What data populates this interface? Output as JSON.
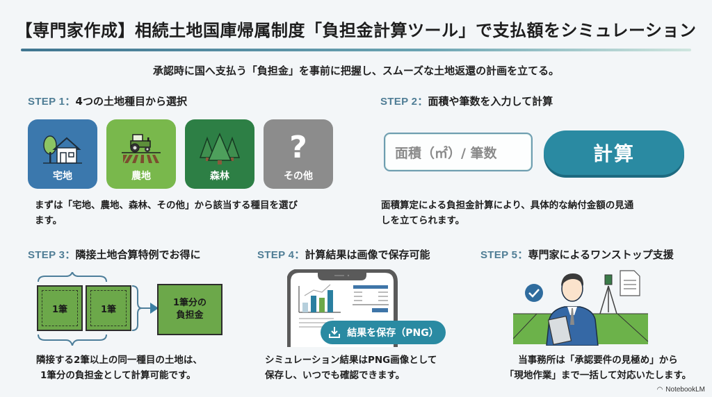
{
  "header": {
    "title": "【専門家作成】相続土地国庫帰属制度「負担金計算ツール」で支払額をシミュレーション",
    "subtitle": "承認時に国へ支払う「負担金」を事前に把握し、スムーズな土地返還の計画を立てる。"
  },
  "colors": {
    "accent": "#2a8aa2",
    "step_label": "#4f7d95",
    "residential": "#3b78ad",
    "farmland": "#79b84c",
    "forest": "#2d7f45",
    "other": "#8c8c8c",
    "plot_green": "#6ca84a"
  },
  "steps": [
    {
      "label": "STEP 1",
      "sep": "：",
      "title": "4つの土地種目から選択",
      "tiles": [
        {
          "label": "宅地",
          "icon": "house-icon"
        },
        {
          "label": "農地",
          "icon": "tractor-icon"
        },
        {
          "label": "森林",
          "icon": "trees-icon"
        },
        {
          "label": "その他",
          "icon": "question-icon"
        }
      ],
      "desc_lines": [
        "まずは「宅地、農地、森林、その他」から該当する種目を選び",
        "ます。"
      ]
    },
    {
      "label": "STEP 2",
      "sep": "：",
      "title": "面積や筆数を入力して計算",
      "input_placeholder": "面積（㎡）/ 筆数",
      "button_label": "計算",
      "desc_lines": [
        "面積算定による負担金計算により、具体的な納付金額の見通",
        "しを立てられます。"
      ]
    },
    {
      "label": "STEP 3",
      "sep": "：",
      "title": "隣接土地合算特例でお得に",
      "plots": [
        "1筆",
        "1筆"
      ],
      "result_lines": [
        "1筆分の",
        "負担金"
      ],
      "desc_lines": [
        "隣接する2筆以上の同一種目の土地は、",
        "1筆分の負担金として計算可能です。"
      ]
    },
    {
      "label": "STEP 4",
      "sep": "：",
      "title": "計算結果は画像で保存可能",
      "save_button": "結果を保存（PNG）",
      "desc_lines": [
        "シミュレーション結果はPNG画像として",
        "保存し、いつでも確認できます。"
      ]
    },
    {
      "label": "STEP 5",
      "sep": "：",
      "title": "専門家によるワンストップ支援",
      "desc_lines": [
        "当事務所は「承認要件の見極め」から",
        "「現地作業」まで一括して対応いたします。"
      ]
    }
  ],
  "footer": {
    "brand": "NotebookLM"
  }
}
